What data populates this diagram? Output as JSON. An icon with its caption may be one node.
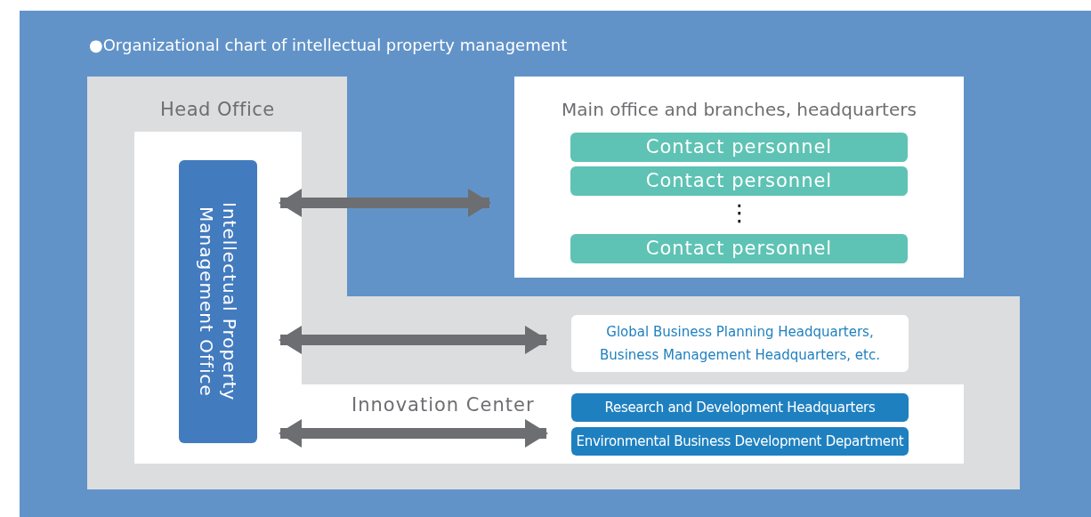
{
  "diagram": {
    "title": "●Organizational chart of intellectual property management",
    "nodes": [
      {
        "text": [
          "Head Office"
        ]
      },
      {
        "text": [
          "Innovation Center"
        ],
        "in": 0
      },
      {
        "text": [
          "Intellectual Property Management Office"
        ],
        "in": 1
      },
      {
        "text": [
          "Main office and branches, headquarters"
        ]
      },
      {
        "text": [
          "Contact personnel"
        ],
        "in": 3
      },
      {
        "text": [
          "Contact personnel"
        ],
        "in": 3
      },
      {
        "text": [
          "Contact personnel"
        ],
        "in": 3
      },
      {
        "text": [
          "Global Business Planning Headquarters, Business Management Headquarters, etc."
        ],
        "in": 0
      },
      {
        "text": [
          "Research and Development Headquarters"
        ],
        "in": 1
      },
      {
        "text": [
          "Environmental Business Development Department"
        ],
        "in": 1
      }
    ],
    "edges": [
      {
        "from": 2,
        "to": 3,
        "arrow": "both"
      },
      {
        "from": 2,
        "to": 7,
        "arrow": "both"
      },
      {
        "from": 2,
        "to": 8,
        "arrow": "both"
      },
      {
        "from": 2,
        "to": 9,
        "arrow": "both"
      }
    ],
    "labels": [
      "⋮"
    ]
  }
}
